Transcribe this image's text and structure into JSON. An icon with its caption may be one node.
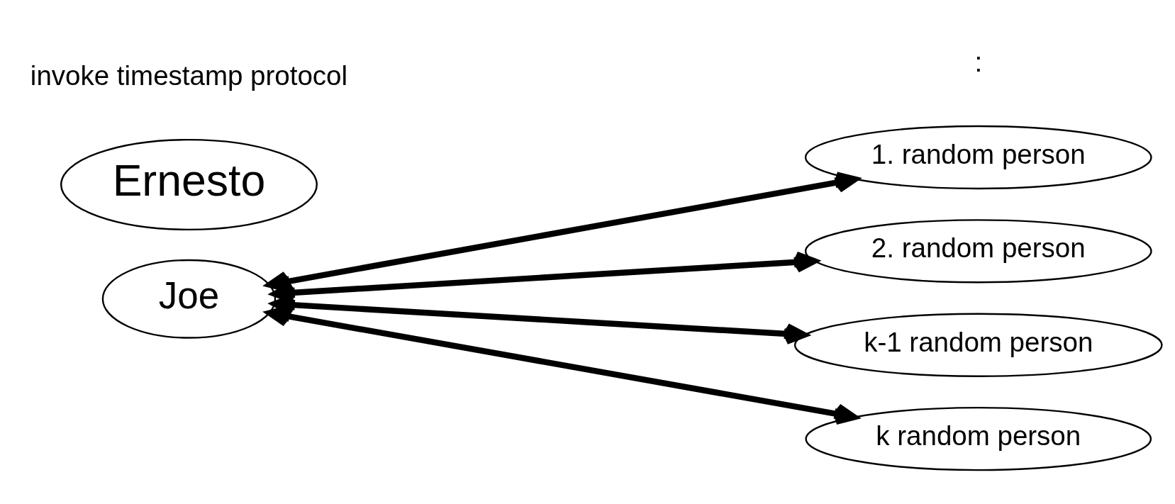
{
  "diagram": {
    "nodes": [
      {
        "text": [
          "Joe"
        ]
      },
      {
        "text": [
          "1. random person"
        ]
      },
      {
        "text": [
          "2. random person"
        ]
      },
      {
        "text": [
          "k-1 random person"
        ]
      },
      {
        "text": [
          "k random person"
        ]
      },
      {
        "text": [
          "Ernesto"
        ]
      }
    ],
    "edges": [
      {
        "from": 0,
        "to": 1,
        "arrow": "both"
      },
      {
        "from": 0,
        "to": 2,
        "arrow": "both"
      },
      {
        "from": 0,
        "to": 3,
        "arrow": "both"
      },
      {
        "from": 0,
        "to": 4,
        "arrow": "both"
      }
    ],
    "labels": [
      "invoke timestamp protocol",
      ":"
    ]
  }
}
